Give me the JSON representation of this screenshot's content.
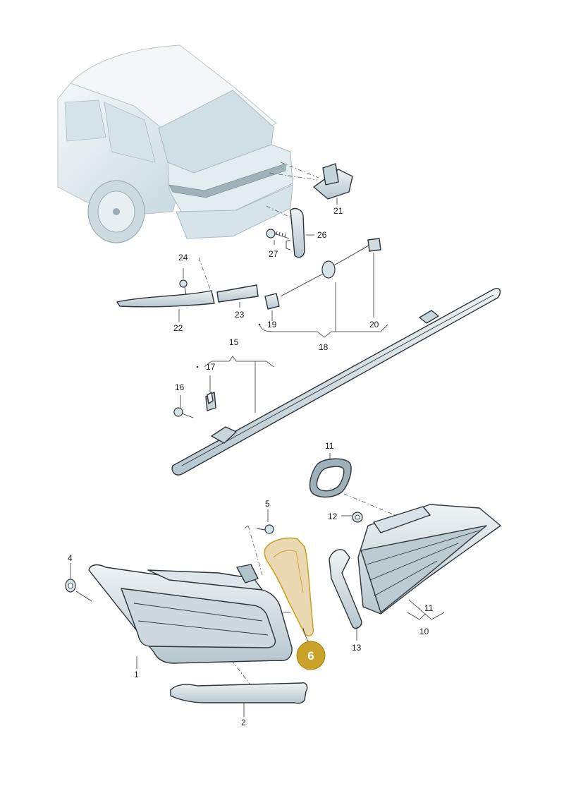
{
  "diagram": {
    "callouts": {
      "c1": "1",
      "c2": "2",
      "c4": "4",
      "c5": "5",
      "c6": "6",
      "c10": "10",
      "c11a": "11",
      "c11b": "11",
      "c12": "12",
      "c13": "13",
      "c15": "15",
      "c16": "16",
      "c17": "17",
      "c18": "18",
      "c19": "19",
      "c20": "20",
      "c21": "21",
      "c22": "22",
      "c23": "23",
      "c24": "24",
      "c26": "26",
      "c27": "27"
    },
    "highlight": {
      "part": "6",
      "badge_color": "#c9a227",
      "fill_color": "#e6cfa0"
    }
  }
}
